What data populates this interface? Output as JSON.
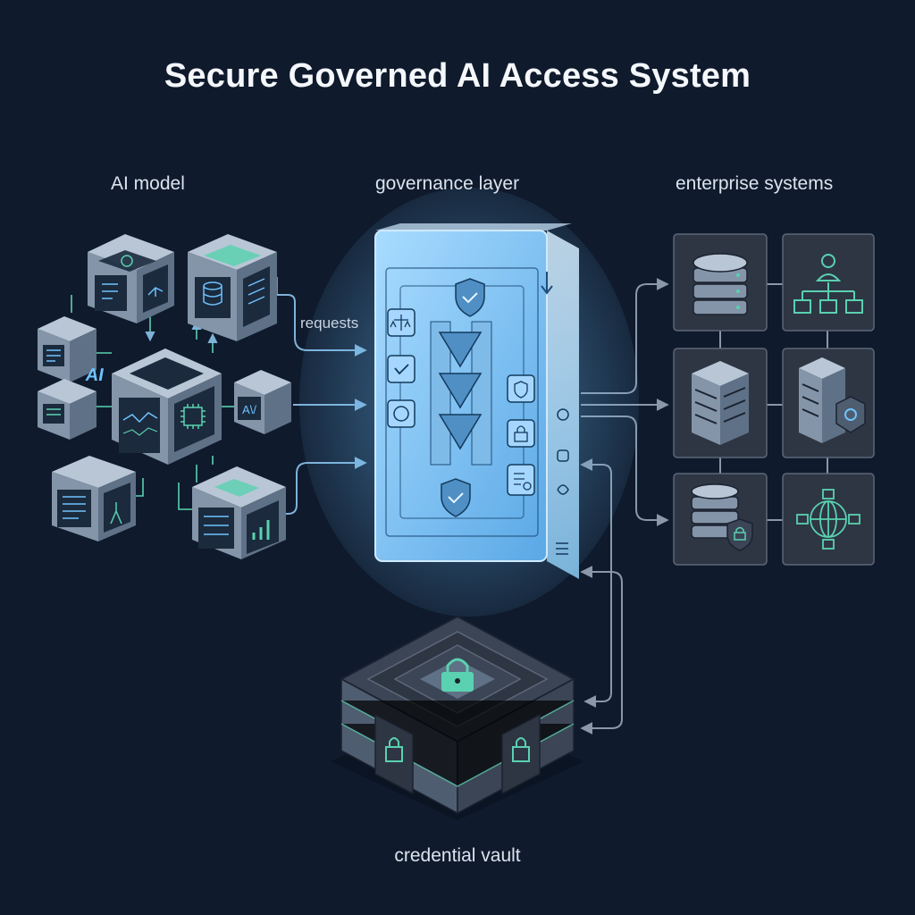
{
  "title": "Secure Governed AI Access System",
  "sections": {
    "ai_model": "AI model",
    "governance_layer": "governance layer",
    "enterprise_systems": "enterprise systems",
    "credential_vault": "credential vault"
  },
  "edge_labels": {
    "requests": "requests"
  },
  "cube_labels": {
    "ai_core": "AI",
    "ai_side": "A\\/"
  },
  "colors": {
    "background": "#0f1a2c",
    "cube_top": "#b8c6d6",
    "cube_side": "#5f7186",
    "cube_front": "#8495a9",
    "screen": "#1b2a3d",
    "accent_teal": "#5ad1b0",
    "accent_blue": "#6fc3ff",
    "panel": "#2e3644",
    "connector": "#7fb2d8"
  },
  "icons": {
    "enterprise_tiles": [
      "database-icon",
      "org-chart-icon",
      "server-rack-icon",
      "server-gear-icon",
      "database-shield-icon",
      "network-globe-icon"
    ],
    "governance_rules": [
      "scales-icon",
      "check-icon",
      "sync-icon"
    ],
    "governance_checks": [
      "shield-check-icon",
      "lock-icon",
      "document-search-icon"
    ],
    "vault": [
      "padlock-icon"
    ]
  }
}
